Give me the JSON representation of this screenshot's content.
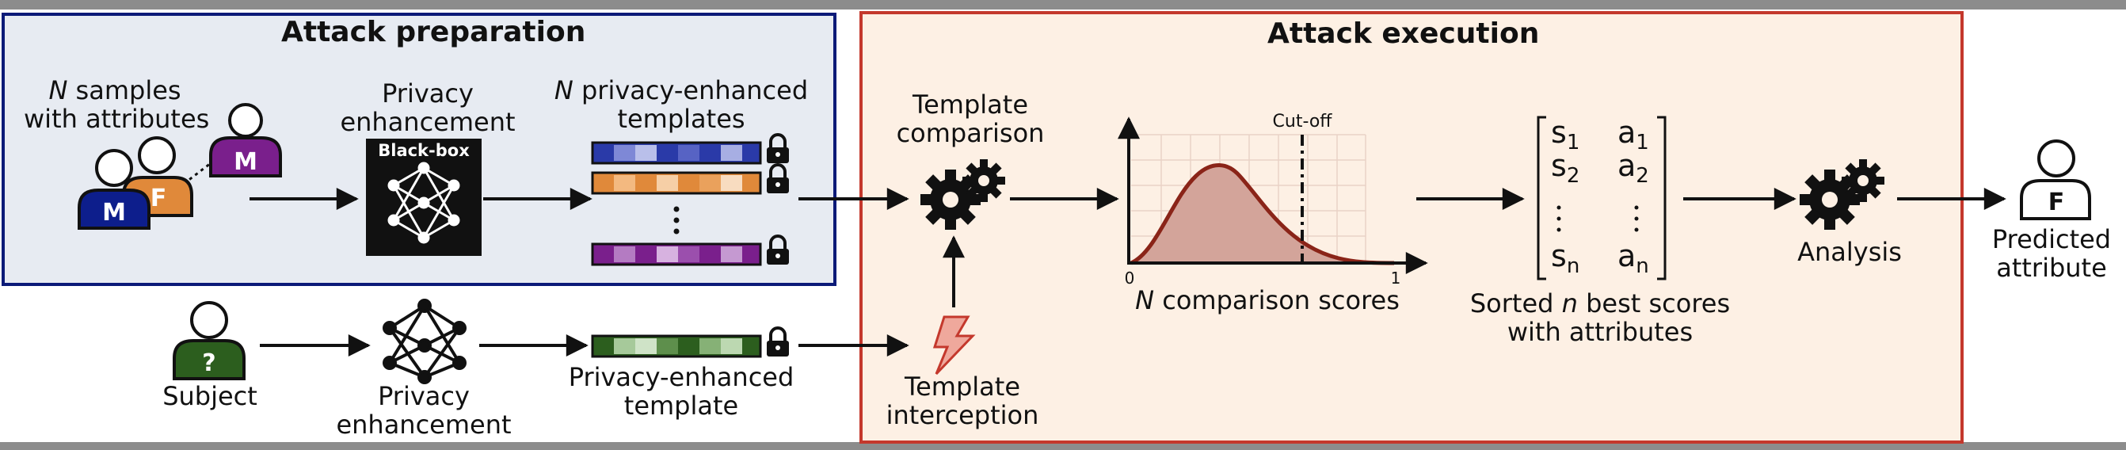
{
  "panels": {
    "preparation_title": "Attack preparation",
    "execution_title": "Attack execution"
  },
  "labels": {
    "n_var": "N",
    "samples_rest": " samples",
    "samples_line2": "with attributes",
    "privacy_enh_line1": "Privacy",
    "privacy_enh_line2": "enhancement",
    "blackbox": "Black-box",
    "templates_line1_rest": " privacy-enhanced",
    "templates_line2": "templates",
    "template_comparison_line1": "Template",
    "template_comparison_line2": "comparison",
    "cutoff": "Cut-off",
    "axis_zero": "0",
    "axis_one": "1",
    "comparison_scores_rest": " comparison scores",
    "sorted_line1_a": "Sorted ",
    "sorted_n": "n",
    "sorted_line1_b": " best scores",
    "sorted_line2": "with attributes",
    "analysis": "Analysis",
    "predicted_line1": "Predicted",
    "predicted_line2": "attribute",
    "subject": "Subject",
    "privacy_enh_bottom_line1": "Privacy",
    "privacy_enh_bottom_line2": "enhancement",
    "pe_template_line1": "Privacy-enhanced",
    "pe_template_line2": "template",
    "interception_line1": "Template",
    "interception_line2": "interception"
  },
  "persons": {
    "male_front": "M",
    "female": "F",
    "male_back": "M",
    "subject": "?",
    "predicted": "F"
  },
  "matrix": {
    "row1_s": "s",
    "row1_s_sub": "1",
    "row1_a": "a",
    "row1_a_sub": "1",
    "row2_s": "s",
    "row2_s_sub": "2",
    "row2_a": "a",
    "row2_a_sub": "2",
    "rown_s": "s",
    "rown_s_sub": "n",
    "rown_a": "a",
    "rown_a_sub": "n"
  },
  "colors": {
    "prep_bg": "#e7ebf2",
    "prep_border": "#0b1a78",
    "exec_bg": "#fdf0e4",
    "exec_border": "#c4382c",
    "male_blue": "#0d1e8c",
    "female_orange": "#e0893a",
    "male_purple": "#7a1f8c",
    "subject_green": "#2c5e1e",
    "curve": "#8a2418",
    "curve_fill": "#d3a49a"
  },
  "icons": [
    "person-icon",
    "lock-icon",
    "gear-icon",
    "neural-network-icon",
    "lightning-icon"
  ]
}
